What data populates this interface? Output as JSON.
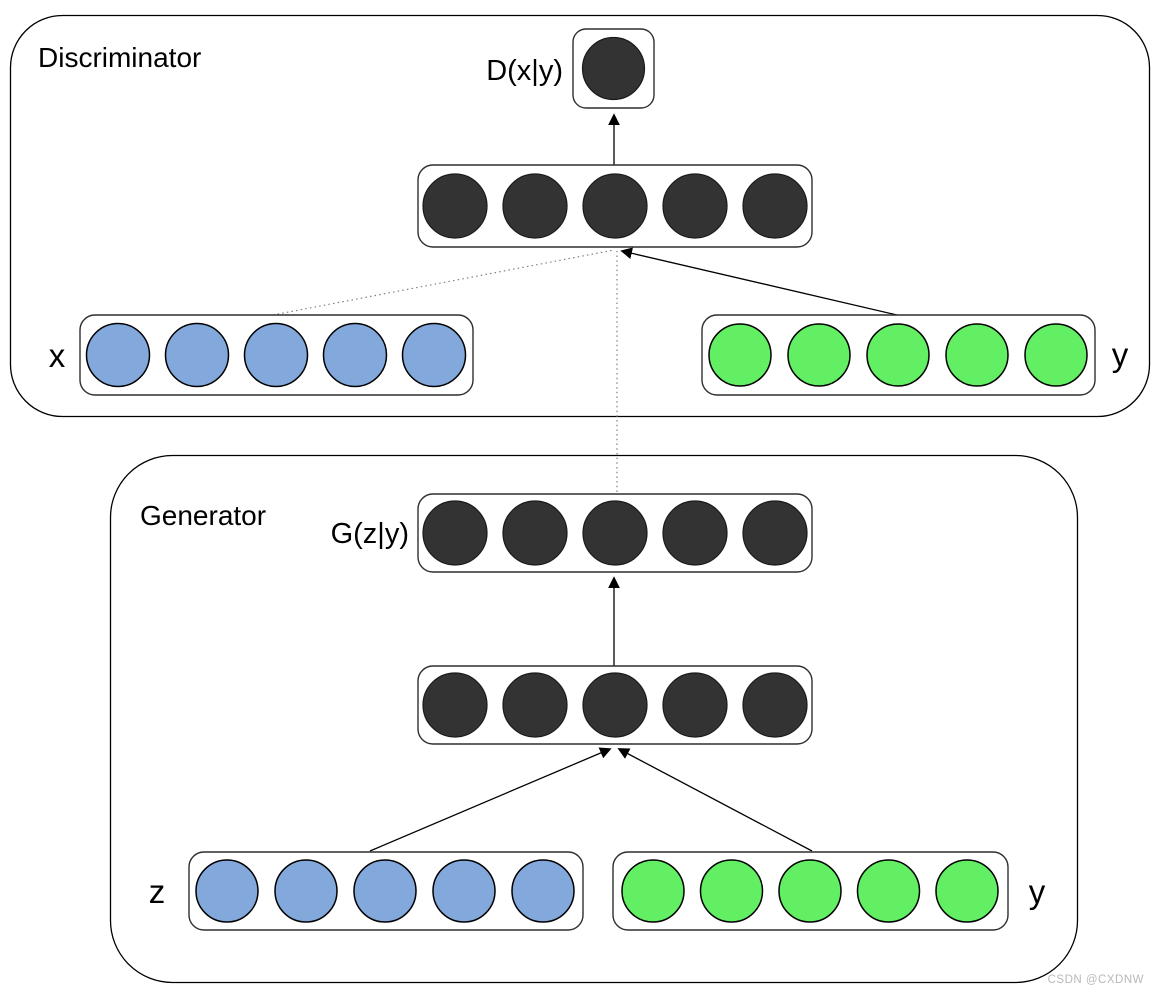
{
  "colors": {
    "dark_node": "#333333",
    "blue_node": "#82a8dc",
    "green_node": "#63ef63",
    "dotted_line": "#808080",
    "watermark": "#b9b9b9"
  },
  "discriminator": {
    "title": "Discriminator",
    "output_label": "D(x|y)",
    "output_layer": {
      "nodes": 1,
      "color": "dark"
    },
    "hidden_layer": {
      "nodes": 5,
      "color": "dark"
    },
    "input_x": {
      "label": "x",
      "nodes": 5,
      "color": "blue"
    },
    "input_y": {
      "label": "y",
      "nodes": 5,
      "color": "green"
    }
  },
  "generator": {
    "title": "Generator",
    "output_label": "G(z|y)",
    "output_layer": {
      "nodes": 5,
      "color": "dark"
    },
    "hidden_layer": {
      "nodes": 5,
      "color": "dark"
    },
    "input_z": {
      "label": "z",
      "nodes": 5,
      "color": "blue"
    },
    "input_y": {
      "label": "y",
      "nodes": 5,
      "color": "green"
    }
  },
  "watermark": "CSDN @CXDNW"
}
